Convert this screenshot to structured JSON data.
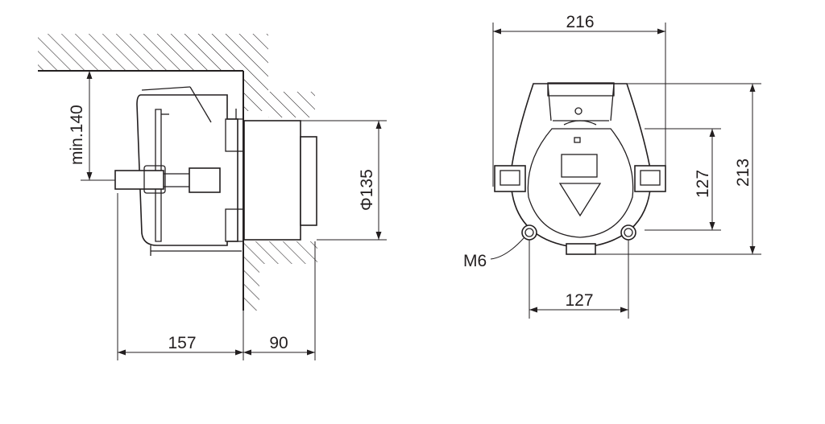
{
  "side_view": {
    "dim_width": "157",
    "dim_depth": "90",
    "dim_clearance": "min.140",
    "dim_diameter": "Φ135"
  },
  "front_view": {
    "dim_overall_width": "216",
    "dim_overall_height": "213",
    "dim_hole_vertical": "127",
    "dim_hole_horizontal": "127",
    "dim_thread": "M6"
  }
}
